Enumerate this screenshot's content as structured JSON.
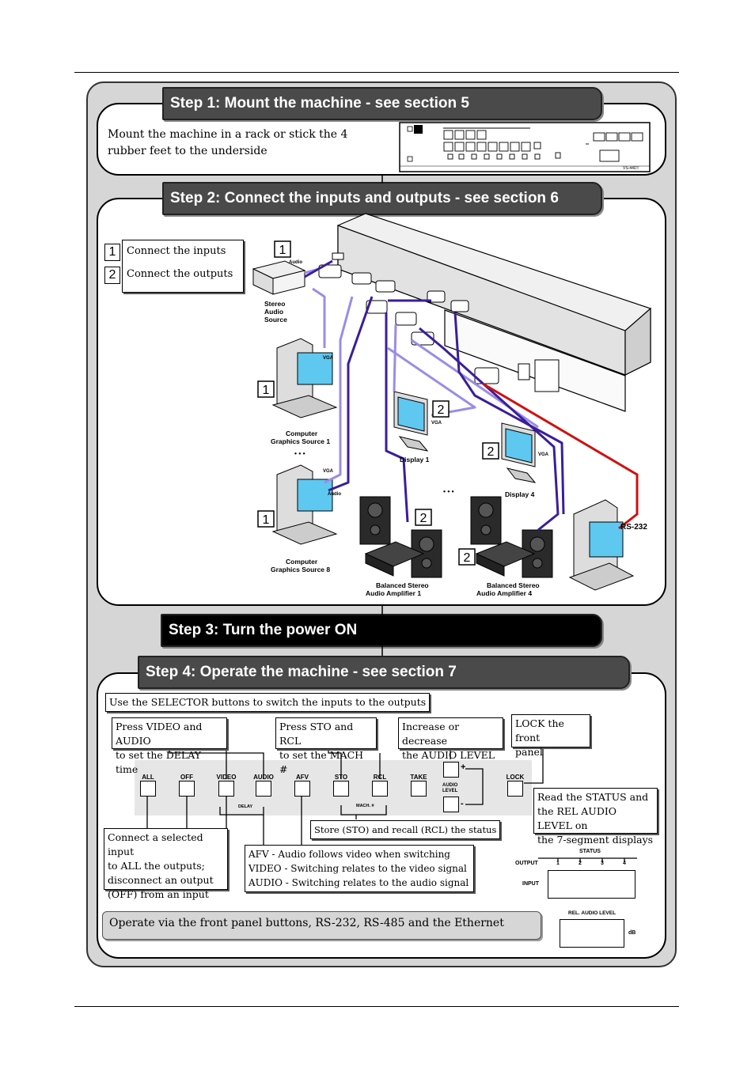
{
  "steps": {
    "step1": {
      "title": "Step 1: Mount the machine - see section 5",
      "text_line1": "Mount the machine in a rack or stick the 4",
      "text_line2": "rubber feet to the underside"
    },
    "step2": {
      "title": "Step 2: Connect the inputs and outputs - see section 6",
      "legend": [
        {
          "num": "1",
          "label": "Connect the inputs"
        },
        {
          "num": "2",
          "label": "Connect the outputs"
        }
      ],
      "labels": {
        "stereo_audio_source_l1": "Stereo",
        "stereo_audio_source_l2": "Audio",
        "stereo_audio_source_l3": "Source",
        "audio": "Audio",
        "vga": "VGA",
        "cgs1_l1": "Computer",
        "cgs1_l2": "Graphics Source 1",
        "cgs8_l1": "Computer",
        "cgs8_l2": "Graphics Source 8",
        "display1": "Display 1",
        "display4": "Display 4",
        "amp1_l1": "Balanced Stereo",
        "amp1_l2": "Audio Amplifier 1",
        "amp4_l1": "Balanced Stereo",
        "amp4_l2": "Audio Amplifier 4",
        "rs232": "RS-232",
        "ellipsis": "• • •"
      }
    },
    "step3": {
      "title": "Step 3: Turn the power ON"
    },
    "step4": {
      "title": "Step 4: Operate the machine - see section 7",
      "notes": {
        "selector": "Use the SELECTOR buttons to switch the inputs to the outputs",
        "delay_l1": "Press VIDEO and AUDIO",
        "delay_l2": "to set the DELAY time",
        "mach_l1": "Press STO and RCL",
        "mach_l2": "to set the MACH #",
        "audio_level_l1": "Increase or decrease",
        "audio_level_l2": "the AUDIO LEVEL",
        "lock_l1": "LOCK the front",
        "lock_l2": "panel",
        "status_l1": "Read the STATUS and",
        "status_l2": "the REL AUDIO LEVEL on",
        "status_l3": "the 7-segment displays",
        "store": "Store (STO) and recall (RCL) the status",
        "all_l1": "Connect a selected input",
        "all_l2": "to ALL the outputs;",
        "all_l3": "disconnect an output",
        "all_l4": "(OFF) from an input",
        "afv_l1": "AFV - Audio follows video when switching",
        "afv_l2": "VIDEO - Switching relates to the video signal",
        "afv_l3": "AUDIO - Switching relates to the audio signal",
        "operate": "Operate via the front panel buttons, RS-232, RS-485 and the Ethernet"
      },
      "buttons": [
        "ALL",
        "OFF",
        "VIDEO",
        "AUDIO",
        "AFV",
        "STO",
        "RCL",
        "TAKE",
        "LOCK"
      ],
      "audio_level_label_l1": "AUDIO",
      "audio_level_label_l2": "LEVEL",
      "delay_label": "DELAY",
      "mach_label": "MACH. #",
      "status": {
        "title": "STATUS",
        "output_label": "OUTPUT",
        "input_label": "INPUT",
        "outputs": [
          "1",
          "2",
          "3",
          "4"
        ],
        "rel_audio_level": "REL. AUDIO LEVEL",
        "db": "dB"
      }
    }
  },
  "colors": {
    "banner": "#4a4a4a",
    "cable_dark": "#3a1e9a",
    "cable_light": "#9b8ce8",
    "rs232": "#d01010"
  }
}
